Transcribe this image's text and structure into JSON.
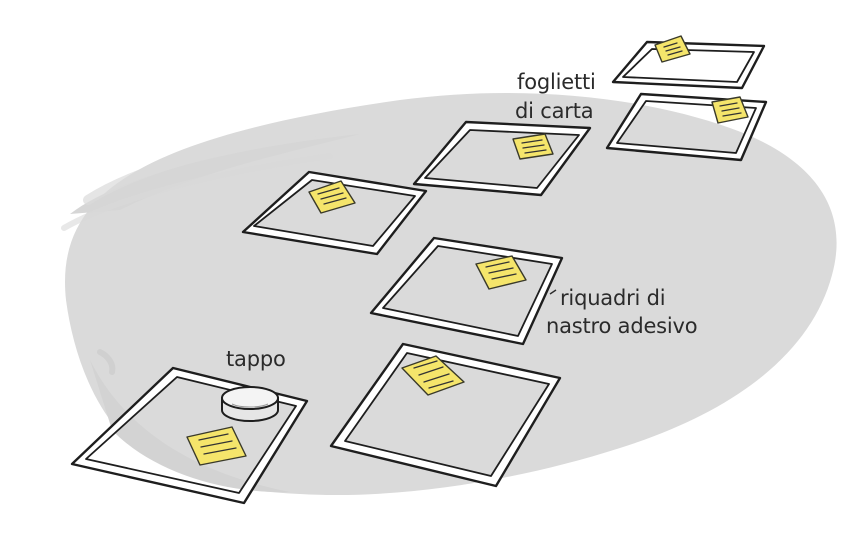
{
  "labels": {
    "papers_line1": "foglietti",
    "papers_line2": "di carta",
    "squares_line1": "riquadri di",
    "squares_line2": "nastro adesivo",
    "cap": "tappo"
  },
  "colors": {
    "background": "#ffffff",
    "floor_blob": "#dadada",
    "tape": "#1e1e1e",
    "paper_note": "#f5e56b",
    "cap_fill": "#f2f2f2"
  },
  "elements": {
    "tape_squares": 7,
    "paper_notes": 7,
    "cap": "bottle-cap"
  }
}
